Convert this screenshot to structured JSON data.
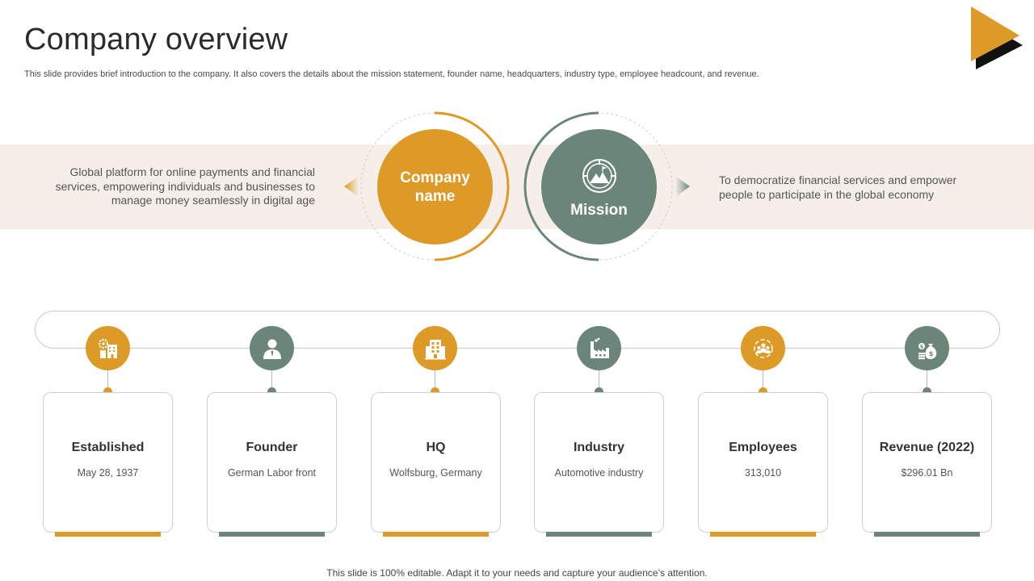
{
  "title": "Company overview",
  "subtitle": "This slide provides brief introduction to the company. It also covers the details about the mission statement, founder name, headquarters, industry type, employee headcount, and revenue.",
  "company": {
    "label": "Company name",
    "description": "Global platform for online payments and financial services, empowering individuals and businesses to manage money seamlessly in digital age"
  },
  "mission": {
    "label": "Mission",
    "icon": "mission-target-icon",
    "description": "To democratize financial services and empower people to participate in the global economy"
  },
  "colors": {
    "accent_orange": "#de9a26",
    "accent_green": "#6b8679",
    "band": "#f5eee9"
  },
  "details": [
    {
      "title": "Established",
      "value": "May 28, 1937",
      "icon": "building-gear-icon",
      "color": "orange"
    },
    {
      "title": "Founder",
      "value": "German Labor front",
      "icon": "person-icon",
      "color": "green"
    },
    {
      "title": "HQ",
      "value": "Wolfsburg, Germany",
      "icon": "headquarters-building-icon",
      "color": "orange"
    },
    {
      "title": "Industry",
      "value": "Automotive industry",
      "icon": "factory-icon",
      "color": "green"
    },
    {
      "title": "Employees",
      "value": "313,010",
      "icon": "team-icon",
      "color": "orange"
    },
    {
      "title": "Revenue (2022)",
      "value": "$296.01 Bn",
      "icon": "money-bag-icon",
      "color": "green"
    }
  ],
  "footer": "This slide is 100% editable. Adapt it to your needs and capture your audience’s attention."
}
